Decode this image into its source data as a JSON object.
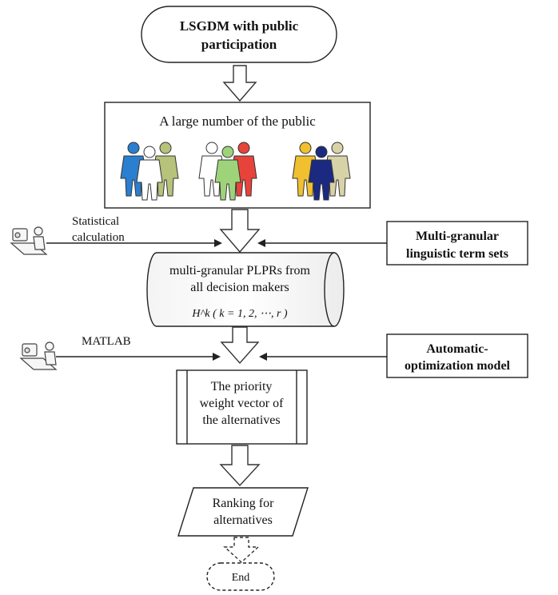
{
  "nodes": {
    "start": {
      "line1": "LSGDM with public",
      "line2": "participation"
    },
    "public": {
      "label": "A large number of the public"
    },
    "statistical": {
      "line1": "Statistical",
      "line2": "calculation"
    },
    "multigranular_sets": {
      "line1": "Multi-granular",
      "line2": "linguistic term sets"
    },
    "plprs": {
      "line1": "multi-granular PLPRs from",
      "line2": "all decision makers",
      "formula": "H^k ( k = 1, 2, ⋯, r )"
    },
    "matlab": {
      "label": "MATLAB"
    },
    "auto_model": {
      "line1": "Automatic-",
      "line2": "optimization model"
    },
    "priority": {
      "line1": "The priority",
      "line2": "weight vector of",
      "line3": "the alternatives"
    },
    "ranking": {
      "line1": "Ranking for",
      "line2": "alternatives"
    },
    "end": {
      "label": "End"
    }
  },
  "people_groups": [
    {
      "colors": [
        "#2a7fd0",
        "#ffffff",
        "#b7c27a"
      ]
    },
    {
      "colors": [
        "#ffffff",
        "#9fd37a",
        "#e8433a"
      ]
    },
    {
      "colors": [
        "#f0c030",
        "#1b2a80",
        "#d8d2a8"
      ]
    }
  ]
}
